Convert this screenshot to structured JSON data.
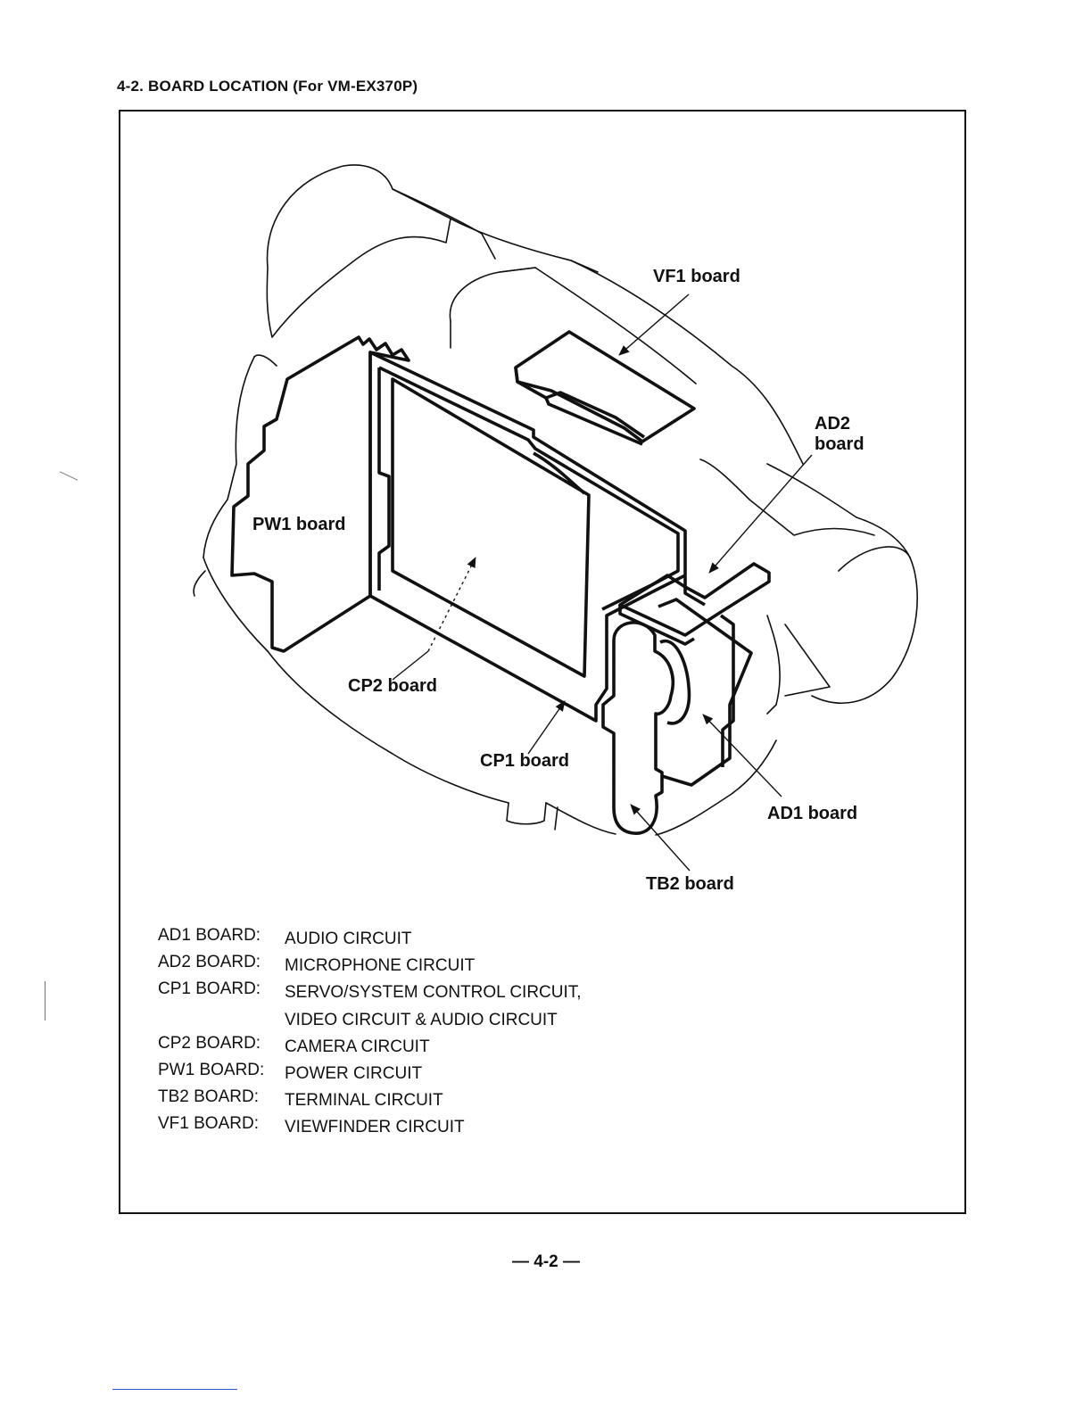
{
  "heading": "4-2. BOARD LOCATION (For VM-EX370P)",
  "callouts": {
    "vf1": "VF1 board",
    "ad2_line1": "AD2",
    "ad2_line2": "board",
    "pw1": "PW1 board",
    "cp2": "CP2 board",
    "cp1": "CP1 board",
    "ad1": "AD1 board",
    "tb2": "TB2 board"
  },
  "legend": [
    {
      "key": "AD1 BOARD:",
      "desc": "AUDIO CIRCUIT"
    },
    {
      "key": "AD2 BOARD:",
      "desc": "MICROPHONE CIRCUIT"
    },
    {
      "key": "CP1 BOARD:",
      "desc": "SERVO/SYSTEM CONTROL CIRCUIT,\nVIDEO CIRCUIT & AUDIO CIRCUIT"
    },
    {
      "key": "CP2 BOARD:",
      "desc": "CAMERA CIRCUIT"
    },
    {
      "key": "PW1 BOARD:",
      "desc": "POWER CIRCUIT"
    },
    {
      "key": "TB2 BOARD:",
      "desc": "TERMINAL CIRCUIT"
    },
    {
      "key": "VF1 BOARD:",
      "desc": "VIEWFINDER CIRCUIT"
    }
  ],
  "page_number": "— 4-2 —"
}
